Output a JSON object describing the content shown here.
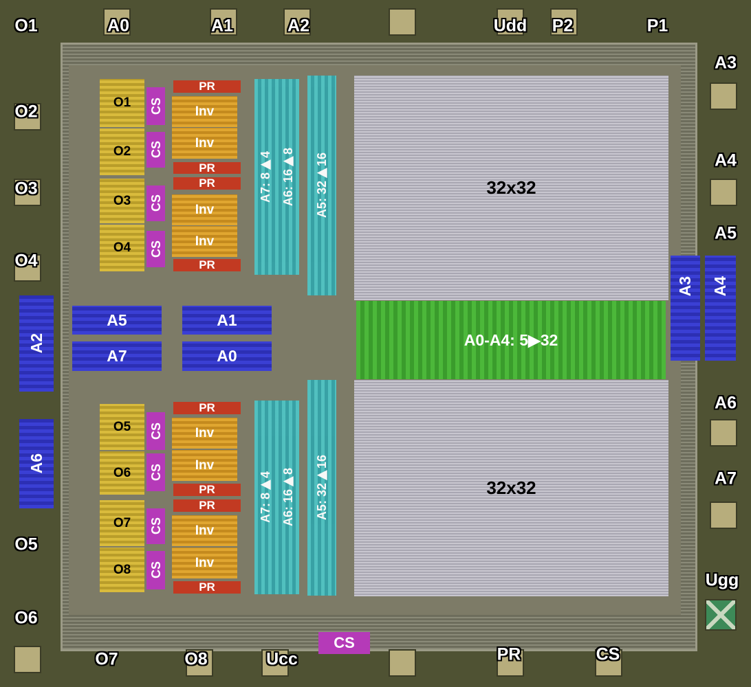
{
  "pads": {
    "O1": "O1",
    "A0": "A0",
    "A1": "A1",
    "A2": "A2",
    "Udd": "Udd",
    "P2": "P2",
    "P1": "P1",
    "A3": "A3",
    "O2": "O2",
    "A4": "A4",
    "O3": "O3",
    "A5": "A5",
    "O4": "O4",
    "A6": "A6",
    "A7": "A7",
    "O5": "O5",
    "Ugg": "Ugg",
    "O6": "O6",
    "O7": "O7",
    "O8": "O8",
    "Ucc": "Ucc",
    "PR": "PR",
    "CS": "CS"
  },
  "blocks": {
    "outputs": [
      "O1",
      "O2",
      "O3",
      "O4",
      "O5",
      "O6",
      "O7",
      "O8"
    ],
    "cs": "CS",
    "pr": "PR",
    "inv": "Inv",
    "dec_a7": "A7: 8▶4",
    "dec_a6": "A6: 16▶8",
    "dec_a5": "A5: 32▶16",
    "buffers": {
      "A2": "A2",
      "A5": "A5",
      "A7": "A7",
      "A1": "A1",
      "A0": "A0",
      "A6": "A6",
      "A3": "A3",
      "A4": "A4"
    },
    "row_decoder": "A0-A4: 5▶32",
    "array_top": "32x32",
    "array_bottom": "32x32",
    "cs_bottom": "CS"
  },
  "colors": {
    "output": "#d9bb3c",
    "cs": "#b53ab8",
    "pr": "#c23a22",
    "inv": "#e0a630",
    "decoder": "#4fc4c4",
    "buffer": "#3a3fd4",
    "row_decoder": "#4cb83a"
  }
}
